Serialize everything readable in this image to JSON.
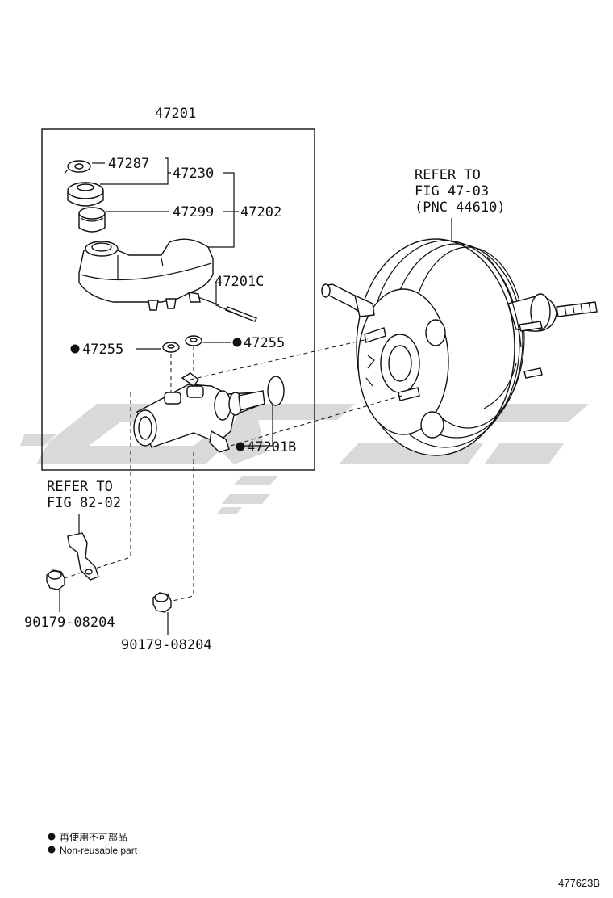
{
  "labels": {
    "assembly": "47201",
    "p47287": "47287",
    "p47230": "47230",
    "p47299": "47299",
    "p47202": "47202",
    "p47201C": "47201C",
    "p47255_left": "47255",
    "p47255_right": "47255",
    "p47201B": "47201B",
    "bolt1": "90179-08204",
    "bolt2": "90179-08204"
  },
  "refer_booster": {
    "line1": "REFER TO",
    "line2": "FIG 47-03",
    "line3": "(PNC 44610)"
  },
  "refer_bracket": {
    "line1": "REFER TO",
    "line2": "FIG 82-02"
  },
  "legend": {
    "chinese": "再使用不可部品",
    "english": "Non-reusable part"
  },
  "figure_code": "477623B",
  "colors": {
    "ink": "#111111",
    "watermark": "#d9d9d9"
  }
}
